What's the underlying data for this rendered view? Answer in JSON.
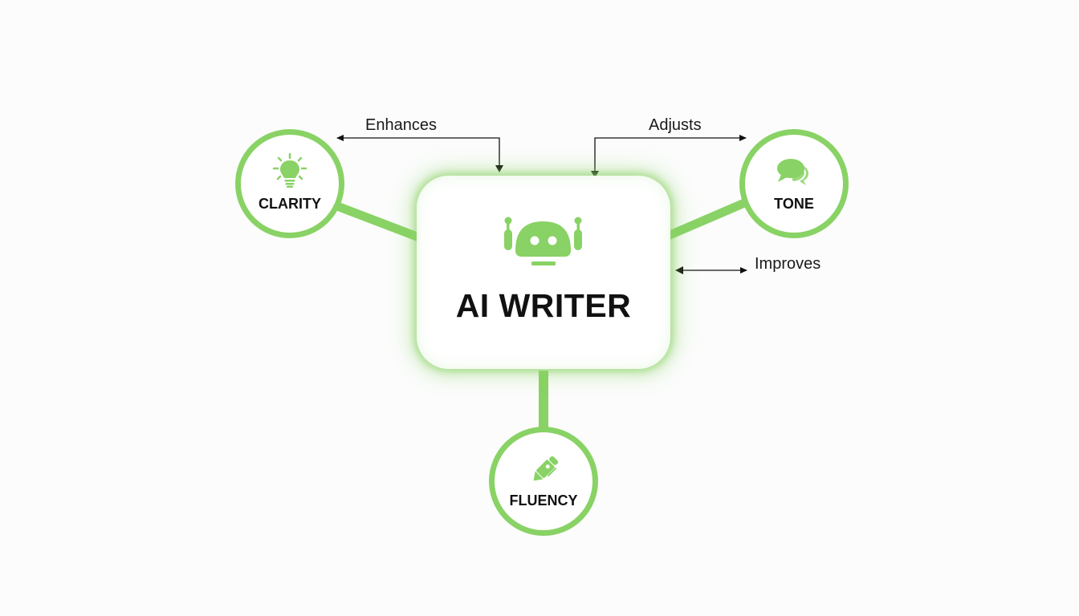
{
  "diagram": {
    "center": {
      "title": "AI WRITER",
      "icon": "robot-icon"
    },
    "nodes": [
      {
        "id": "clarity",
        "label": "CLARITY",
        "icon": "lightbulb-icon"
      },
      {
        "id": "tone",
        "label": "TONE",
        "icon": "chat-bubbles-icon"
      },
      {
        "id": "fluency",
        "label": "FLUENCY",
        "icon": "pen-icon"
      }
    ],
    "edges": [
      {
        "from": "center",
        "to": "clarity",
        "label": "Enhances"
      },
      {
        "from": "center",
        "to": "tone",
        "label": "Adjusts"
      },
      {
        "from": "center",
        "to": "tone",
        "label": "Improves"
      }
    ],
    "colors": {
      "accent": "#89d265",
      "text": "#111111",
      "background": "#fbfcfb"
    }
  }
}
